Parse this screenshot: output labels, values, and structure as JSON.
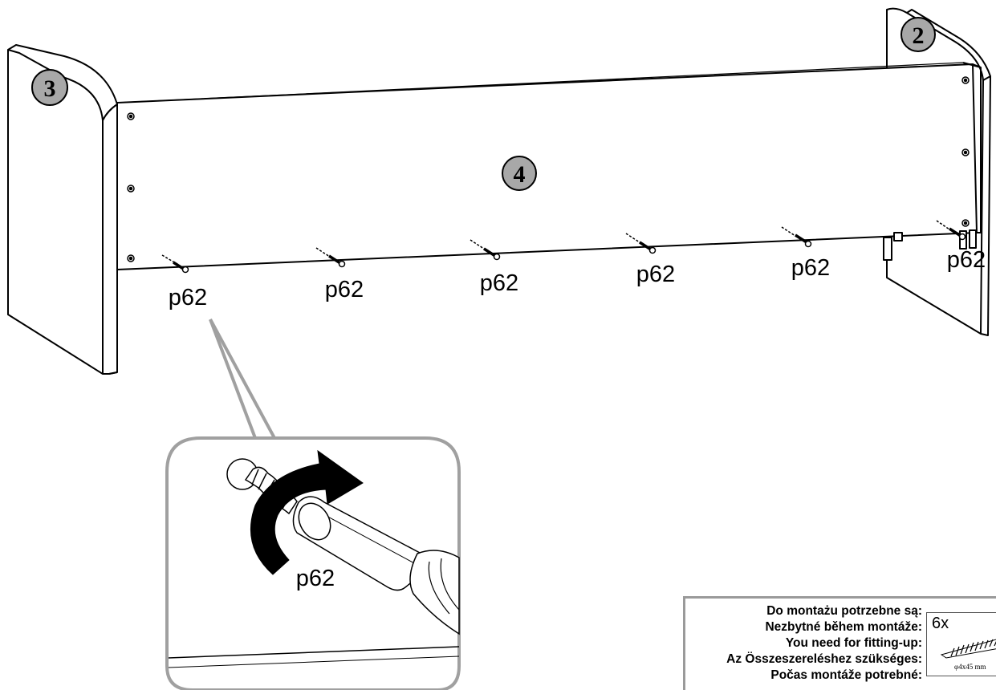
{
  "parts": {
    "left_panel": "3",
    "right_panel": "2",
    "back_panel": "4"
  },
  "screw_label": "p62",
  "callouts": [
    "p62",
    "p62",
    "p62",
    "p62",
    "p62",
    "p62"
  ],
  "detail_label": "p62",
  "hardware": {
    "lines": [
      "Do montażu potrzebne są:",
      "Nezbytné během montáže:",
      "You need for fitting-up:",
      "Az Összeszereléshez szükséges:",
      "Počas montáže potrebné:"
    ],
    "quantity": "6x",
    "size": "φ4x45 mm"
  }
}
